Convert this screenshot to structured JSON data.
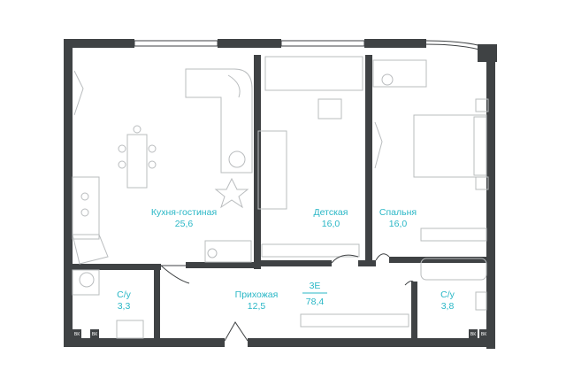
{
  "colors": {
    "wall": "#3f4244",
    "furniture": "#b9bcbe",
    "label": "#2ab7c6",
    "background": "#ffffff"
  },
  "apartment": {
    "type": "3Е",
    "area": "78,4"
  },
  "rooms": {
    "living": {
      "name": "Кухня-гостиная",
      "area": "25,6"
    },
    "kids": {
      "name": "Детская",
      "area": "16,0"
    },
    "bedroom": {
      "name": "Спальня",
      "area": "16,0"
    },
    "hallway": {
      "name": "Прихожая",
      "area": "12,5"
    },
    "bath_left": {
      "name": "С/у",
      "area": "3,3"
    },
    "bath_right": {
      "name": "С/у",
      "area": "3,8"
    }
  },
  "tags": {
    "vk": "ВК",
    "vk_alt": "ВК"
  },
  "icons": {
    "vent": "vent-icon",
    "plant": "plant-icon",
    "bed": "bed-icon",
    "table": "dining-table-icon"
  }
}
